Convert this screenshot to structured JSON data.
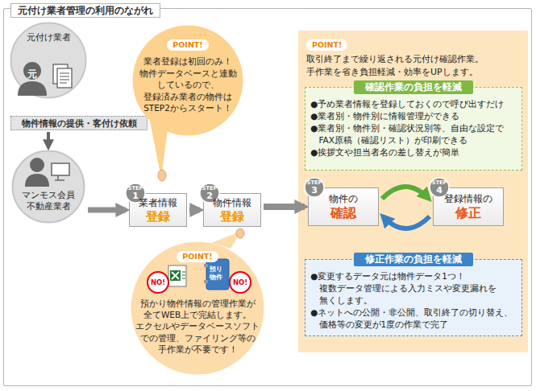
{
  "diagram": {
    "nodes": [
      {
        "text": [
          "元付け業者管理の利用のながれ"
        ]
      },
      {
        "text": [
          "元付け業者"
        ],
        "in": 0
      },
      {
        "text": [
          "物件情報の提供・客付け依頼"
        ],
        "in": 0
      },
      {
        "text": [
          "マンモス会員 不動産業者"
        ],
        "in": 0
      },
      {
        "text": [
          "STEP",
          "1",
          "業者情報",
          "登録"
        ],
        "in": 0
      },
      {
        "text": [
          "STEP",
          "2",
          "物件情報",
          "登録"
        ],
        "in": 0
      },
      {
        "text": [
          "POINT!",
          "取引終了まで繰り返される元付け確認作業。 手作業を省き負担軽減・効率をUPします。"
        ],
        "in": 0
      },
      {
        "text": [
          "STEP",
          "3",
          "物件の",
          "確認"
        ],
        "in": 6
      },
      {
        "text": [
          "STEP",
          "4",
          "登録情報の",
          "修正"
        ],
        "in": 6
      },
      {
        "text": [
          "確認作業の負担を軽減",
          "●予め業者情報を登録しておくので呼び出すだけ",
          "●業者別・物件別に情報管理ができる",
          "●業者別・物件別・確認状況別等、自由な設定で FAX原稿（確認リスト）が印刷できる",
          "●挨拶文や担当者名の差し替えが簡単"
        ],
        "in": 6
      },
      {
        "text": [
          "修正作業の負担を軽減",
          "●変更するデータ元は物件データ1つ！ 複数データ管理による入力ミスや変更漏れを 無くします。",
          "●ネットへの公開・非公開、取引終了の切り替え、 価格等の変更が1度の作業で完了"
        ],
        "in": 6
      },
      {
        "text": [
          "POINT!",
          "業者登録は初回のみ！ 物件データベースと連動 しているので、 登録済み業者の物件は STEP2からスタート！"
        ],
        "in": 0
      },
      {
        "text": [
          "POINT!",
          "預かり物件情報の管理作業が 全てWEB上で完結します。 エクセルやデータベースソフト での管理、ファイリング等の 手作業が不要です！"
        ],
        "in": 0
      }
    ],
    "edges": [
      {
        "from": 2,
        "to": 3,
        "arrow": "to"
      },
      {
        "from": 3,
        "to": 4,
        "arrow": "to"
      },
      {
        "from": 4,
        "to": 5,
        "arrow": "to"
      },
      {
        "from": 5,
        "to": 7,
        "arrow": "to"
      },
      {
        "from": 7,
        "to": 8,
        "arrow": "to"
      },
      {
        "from": 8,
        "to": 7,
        "arrow": "to"
      }
    ],
    "labels": [
      "元",
      "NO!",
      "NO!",
      "預り物件"
    ]
  }
}
